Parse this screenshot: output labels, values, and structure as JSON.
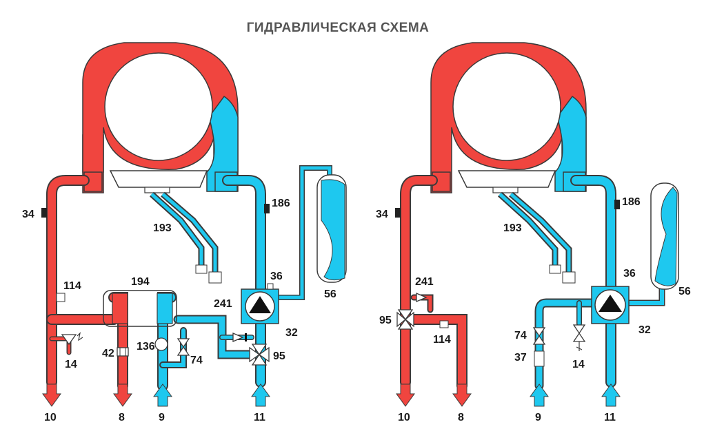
{
  "title": "ГИДРАВЛИЧЕСКАЯ СХЕМА",
  "colors": {
    "hot": "#f0453f",
    "cold": "#1ec8ef",
    "outline": "#3a3a3a",
    "sensor": "#222222"
  },
  "left_scheme": {
    "labels": {
      "l34": "34",
      "l186": "186",
      "l193": "193",
      "l194": "194",
      "l114": "114",
      "l36": "36",
      "l241": "241",
      "l32": "32",
      "l56": "56",
      "l42": "42",
      "l136": "136",
      "l74": "74",
      "l95": "95",
      "l14": "14",
      "l10": "10",
      "l8": "8",
      "l9": "9",
      "l11": "11"
    }
  },
  "right_scheme": {
    "labels": {
      "l34": "34",
      "l186": "186",
      "l193": "193",
      "l241": "241",
      "l95": "95",
      "l114": "114",
      "l36": "36",
      "l56": "56",
      "l32": "32",
      "l74": "74",
      "l37": "37",
      "l14": "14",
      "l10": "10",
      "l8": "8",
      "l9": "9",
      "l11": "11"
    }
  }
}
